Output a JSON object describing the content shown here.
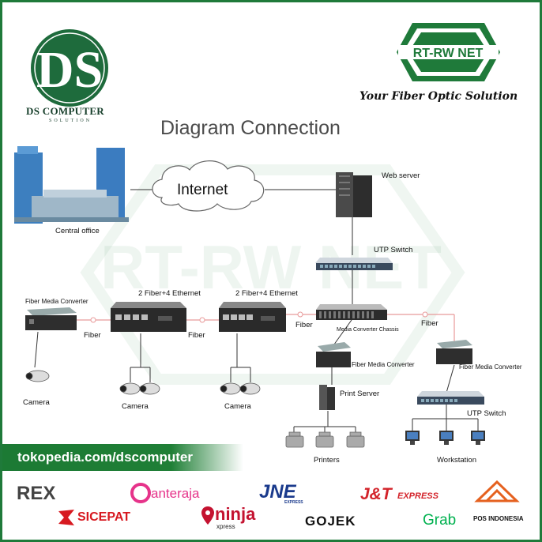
{
  "brand": {
    "ds_name": "DS COMPUTER",
    "ds_sub": "SOLUTION",
    "rtrw": "RT-RW NET",
    "tagline": "Your Fiber Optic Solution",
    "watermark": "RT-RW NET"
  },
  "title": "Diagram Connection",
  "nodes": {
    "internet": "Internet",
    "central_office": "Central office",
    "web_server": "Web server",
    "utp_switch_top": "UTP Switch",
    "fmc_left": "Fiber Media Converter",
    "conv1": "2 Fiber+4 Ethernet",
    "conv2": "2 Fiber+4 Ethernet",
    "chassis": "Media Converter Chassis",
    "fmc_mid": "Fiber Media Converter",
    "fmc_right": "Fiber Media Converter",
    "print_server": "Print Server",
    "utp_switch_bottom": "UTP Switch",
    "printers": "Printers",
    "workstation": "Workstation",
    "camera1": "Camera",
    "camera2": "Camera",
    "camera3": "Camera"
  },
  "links": {
    "fiber1": "Fiber",
    "fiber2": "Fiber",
    "fiber3": "Fiber",
    "fiber4": "Fiber"
  },
  "footer": {
    "url": "tokopedia.com/dscomputer"
  },
  "couriers": {
    "rex": "REX",
    "anteraja": "anteraja",
    "jne": "JNE",
    "jne_sub": "EXPRESS",
    "jnt": "J&T",
    "jnt_sub": "EXPRESS",
    "sicepat": "SICEPAT",
    "ninja": "ninja",
    "ninja_sub": "xpress",
    "gojek": "GOJEK",
    "grab": "Grab",
    "posind": "POS INDONESIA"
  },
  "colors": {
    "brand_green": "#1f7a3a",
    "fiber_line": "#e89a9a"
  }
}
